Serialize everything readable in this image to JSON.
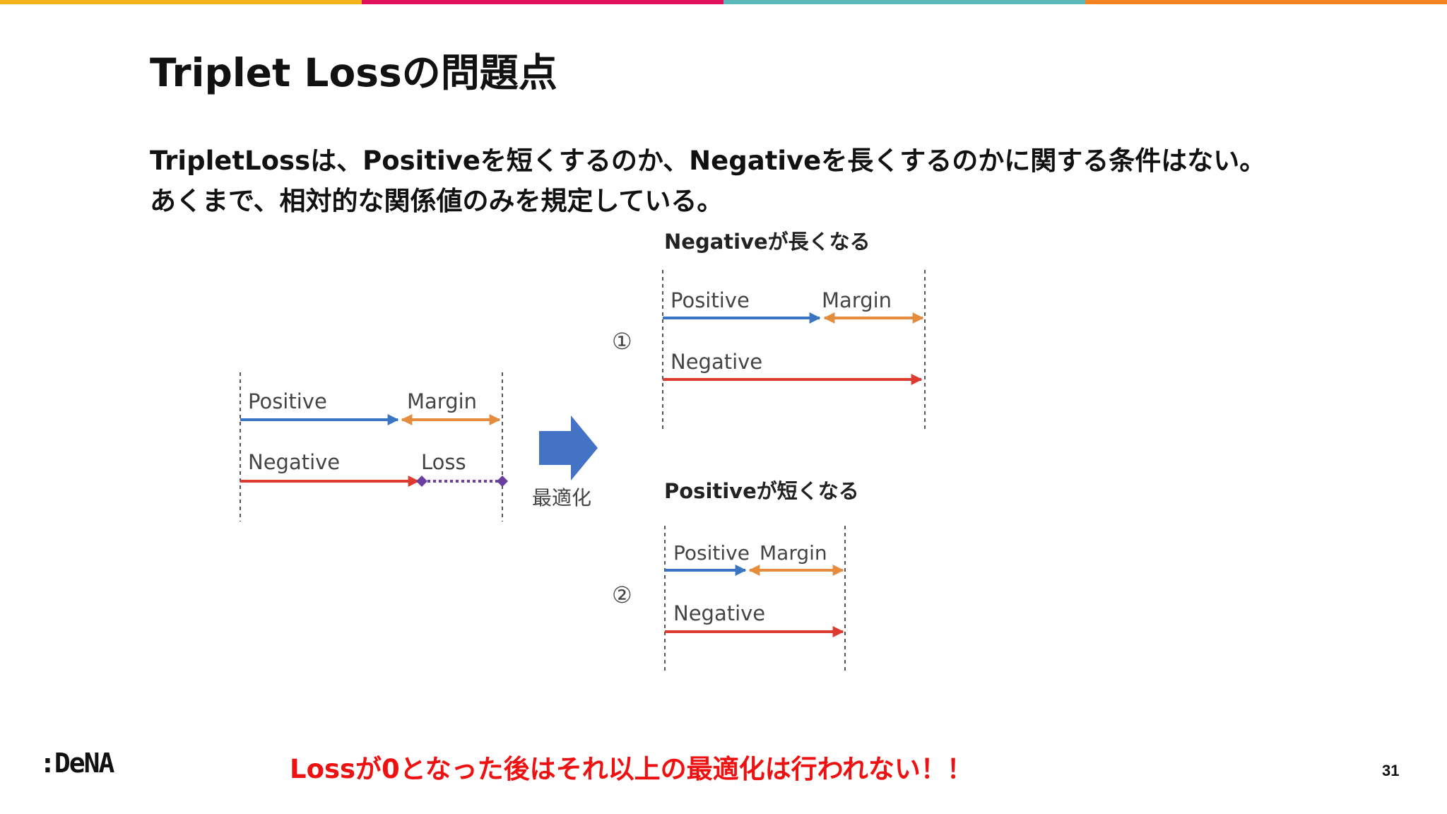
{
  "colors": {
    "top_bar": [
      "#f5b41e",
      "#e0105a",
      "#5ab9bb",
      "#f58220"
    ],
    "positive": "#3a74c4",
    "margin": "#e58c3e",
    "negative": "#dd3b30",
    "loss": "#6a3fa0",
    "arrow": "#4472c4",
    "footer_note": "#ee1111",
    "label": "#444444"
  },
  "slide": {
    "title": "Triplet Lossの問題点",
    "body_line1": "TripletLossは、Positiveを短くするのか、Negativeを長くするのかに関する条件はない。",
    "body_line2": "あくまで、相対的な関係値のみを規定している。",
    "footer_note": "Lossが0となった後はそれ以上の最適化は行われない！！",
    "logo": ":DeNA",
    "page_number": "31"
  },
  "diagram": {
    "left": {
      "positive": "Positive",
      "margin": "Margin",
      "negative": "Negative",
      "loss": "Loss"
    },
    "optimize_label": "最適化",
    "case1": {
      "number": "①",
      "heading": "Negativeが長くなる",
      "positive": "Positive",
      "margin": "Margin",
      "negative": "Negative"
    },
    "case2": {
      "number": "②",
      "heading": "Positiveが短くなる",
      "positive": "Positive",
      "margin": "Margin",
      "negative": "Negative"
    }
  }
}
